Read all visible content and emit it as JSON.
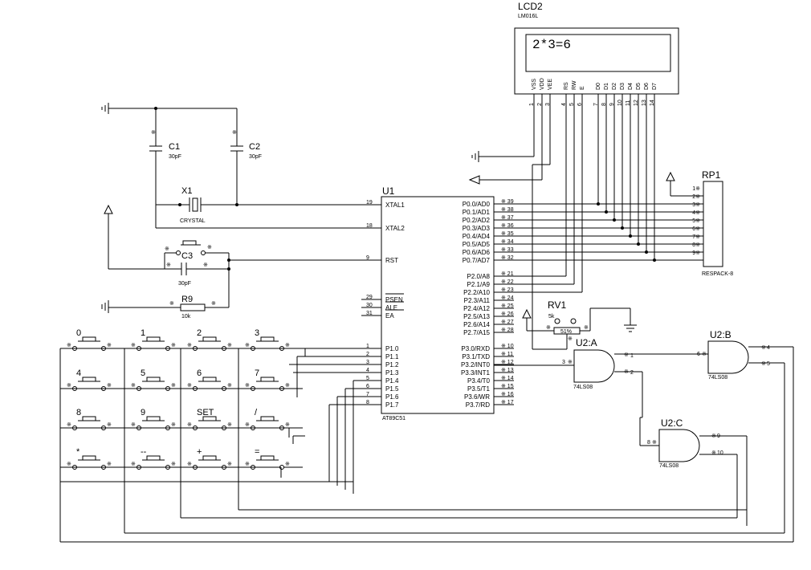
{
  "lcd": {
    "ref": "LCD2",
    "model": "LM016L",
    "display_text": "2*3=6",
    "pins": [
      {
        "name": "VSS",
        "num": "1"
      },
      {
        "name": "VDD",
        "num": "2"
      },
      {
        "name": "VEE",
        "num": "3"
      },
      {
        "name": "RS",
        "num": "4"
      },
      {
        "name": "RW",
        "num": "5"
      },
      {
        "name": "E",
        "num": "6"
      },
      {
        "name": "D0",
        "num": "7"
      },
      {
        "name": "D1",
        "num": "8"
      },
      {
        "name": "D2",
        "num": "9"
      },
      {
        "name": "D3",
        "num": "10"
      },
      {
        "name": "D4",
        "num": "11"
      },
      {
        "name": "D5",
        "num": "12"
      },
      {
        "name": "D6",
        "num": "13"
      },
      {
        "name": "D7",
        "num": "14"
      }
    ]
  },
  "mcu": {
    "ref": "U1",
    "model": "AT89C51",
    "left_pins": [
      {
        "name": "XTAL1",
        "num": "19"
      },
      {
        "name": "XTAL2",
        "num": "18"
      },
      {
        "name": "RST",
        "num": "9"
      },
      {
        "name": "PSEN",
        "num": "29"
      },
      {
        "name": "ALE",
        "num": "30"
      },
      {
        "name": "EA",
        "num": "31"
      },
      {
        "name": "P1.0",
        "num": "1"
      },
      {
        "name": "P1.1",
        "num": "2"
      },
      {
        "name": "P1.2",
        "num": "3"
      },
      {
        "name": "P1.3",
        "num": "4"
      },
      {
        "name": "P1.4",
        "num": "5"
      },
      {
        "name": "P1.5",
        "num": "6"
      },
      {
        "name": "P1.6",
        "num": "7"
      },
      {
        "name": "P1.7",
        "num": "8"
      }
    ],
    "right_pins": [
      {
        "name": "P0.0/AD0",
        "num": "39"
      },
      {
        "name": "P0.1/AD1",
        "num": "38"
      },
      {
        "name": "P0.2/AD2",
        "num": "37"
      },
      {
        "name": "P0.3/AD3",
        "num": "36"
      },
      {
        "name": "P0.4/AD4",
        "num": "35"
      },
      {
        "name": "P0.5/AD5",
        "num": "34"
      },
      {
        "name": "P0.6/AD6",
        "num": "33"
      },
      {
        "name": "P0.7/AD7",
        "num": "32"
      },
      {
        "name": "P2.0/A8",
        "num": "21"
      },
      {
        "name": "P2.1/A9",
        "num": "22"
      },
      {
        "name": "P2.2/A10",
        "num": "23"
      },
      {
        "name": "P2.3/A11",
        "num": "24"
      },
      {
        "name": "P2.4/A12",
        "num": "25"
      },
      {
        "name": "P2.5/A13",
        "num": "26"
      },
      {
        "name": "P2.6/A14",
        "num": "27"
      },
      {
        "name": "P2.7/A15",
        "num": "28"
      },
      {
        "name": "P3.0/RXD",
        "num": "10"
      },
      {
        "name": "P3.1/TXD",
        "num": "11"
      },
      {
        "name": "P3.2/INT0",
        "num": "12"
      },
      {
        "name": "P3.3/INT1",
        "num": "13"
      },
      {
        "name": "P3.4/T0",
        "num": "14"
      },
      {
        "name": "P3.5/T1",
        "num": "15"
      },
      {
        "name": "P3.6/WR",
        "num": "16"
      },
      {
        "name": "P3.7/RD",
        "num": "17"
      }
    ]
  },
  "components": {
    "c1": {
      "ref": "C1",
      "value": "30pF"
    },
    "c2": {
      "ref": "C2",
      "value": "30pF"
    },
    "c3": {
      "ref": "C3",
      "value": "30pF"
    },
    "x1": {
      "ref": "X1",
      "value": "CRYSTAL"
    },
    "r9": {
      "ref": "R9",
      "value": "10k"
    },
    "rv1": {
      "ref": "RV1",
      "value": "5k",
      "position": "51%"
    },
    "rp1": {
      "ref": "RP1",
      "model": "RESPACK-8",
      "pins": [
        "1",
        "2",
        "3",
        "4",
        "5",
        "6",
        "7",
        "8",
        "9"
      ]
    },
    "u2a": {
      "ref": "U2:A",
      "model": "74LS08",
      "pins": [
        "1",
        "2",
        "3"
      ]
    },
    "u2b": {
      "ref": "U2:B",
      "model": "74LS08",
      "pins": [
        "4",
        "5",
        "6"
      ]
    },
    "u2c": {
      "ref": "U2:C",
      "model": "74LS08",
      "pins": [
        "9",
        "10",
        "8"
      ]
    }
  },
  "keypad": {
    "keys": [
      "0",
      "1",
      "2",
      "3",
      "4",
      "5",
      "6",
      "7",
      "8",
      "9",
      "SET",
      "/",
      "*",
      "--",
      "+",
      "="
    ]
  }
}
